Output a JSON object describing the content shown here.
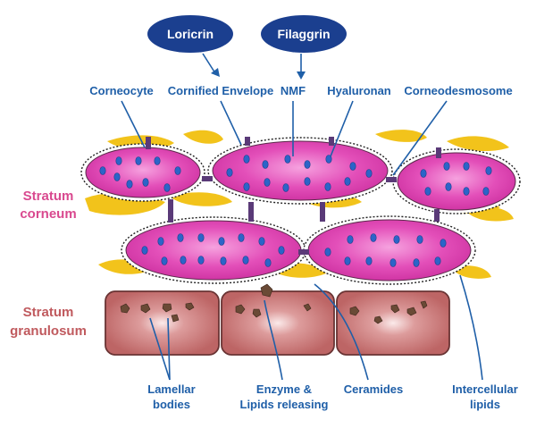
{
  "top_ovals": {
    "loricrin": "Loricrin",
    "filaggrin": "Filaggrin"
  },
  "labels": {
    "corneocyte": "Corneocyte",
    "cornified_envelope": "Cornified Envelope",
    "nmf": "NMF",
    "hyaluronan": "Hyaluronan",
    "corneodesmosome": "Corneodesmosome",
    "lamellar_line1": "Lamellar",
    "lamellar_line2": "bodies",
    "enzyme_line1": "Enzyme &",
    "enzyme_line2": "Lipids releasing",
    "ceramides": "Ceramides",
    "intercellular_line1": "Intercellular",
    "intercellular_line2": "lipids"
  },
  "layers": {
    "stratum_corneum_line1": "Stratum",
    "stratum_corneum_line2": "corneum",
    "stratum_granulosum_line1": "Stratum",
    "stratum_granulosum_line2": "granulosum"
  },
  "colors": {
    "cell_pink": "#e040b0",
    "nucleus_blue": "#2c64c8",
    "lipid_yellow": "#f2c31b",
    "desmosome_purple": "#5a3a78",
    "granulosum_cell": "#c47373",
    "granule_brown": "#6a4a36",
    "label_blue": "#1f5fa8",
    "oval_navy": "#1b3f8f"
  }
}
